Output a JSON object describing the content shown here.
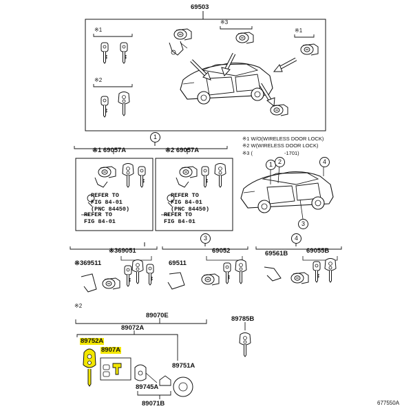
{
  "colors": {
    "line": "#111111",
    "highlight": "#f2e600",
    "background": "#ffffff"
  },
  "icons": {
    "key": "key-icon",
    "remote_key": "remote-key-icon",
    "lock_cylinder": "lock-cylinder-icon",
    "car": "car-icon",
    "arrow": "arrow-icon"
  },
  "top_section": {
    "part_no": "69503",
    "note_key_set_1": "※1",
    "note_key_set_2": "※2",
    "note_cylinder_3": "※3",
    "note_cylinder_1": "※1"
  },
  "legend": {
    "circle_1": "1",
    "note1": "※1 W/O(WIRELESS DOOR LOCK)",
    "note2": "※2 W(WIRELESS DOOR LOCK)",
    "note3_prefix": "※3 (",
    "note3_suffix": "-1701)"
  },
  "sets": {
    "set1": {
      "label": "※1 69057A",
      "refer1": "REFER TO\nFIG 84-01\n(PNC 84450)",
      "refer2": "REFER TO\nFIG 84-01"
    },
    "set2": {
      "label": "※2 69057A",
      "refer1": "REFER TO\nFIG 84-01\n(PNC 84450)",
      "refer2": "REFER TO\nFIG 84-01"
    }
  },
  "car_callouts": {
    "c1": "1",
    "c2": "2",
    "c3": "3",
    "c4": "4"
  },
  "middle": {
    "g1": {
      "num": "",
      "label": "※369051",
      "side": "※369511"
    },
    "g3": {
      "num": "3",
      "label": "69052",
      "side": "69511"
    },
    "g4": {
      "num": "4",
      "label": "69055B",
      "side": "69561B"
    }
  },
  "bottom": {
    "note": "※2",
    "p89070e": "89070E",
    "p89072a": "89072A",
    "p89752a": "89752A",
    "p8907a": "8907A",
    "p89751a": "89751A",
    "p89745a": "89745A",
    "p89071b": "89071B",
    "p89785b": "89785B",
    "figure_code": "677550A"
  }
}
